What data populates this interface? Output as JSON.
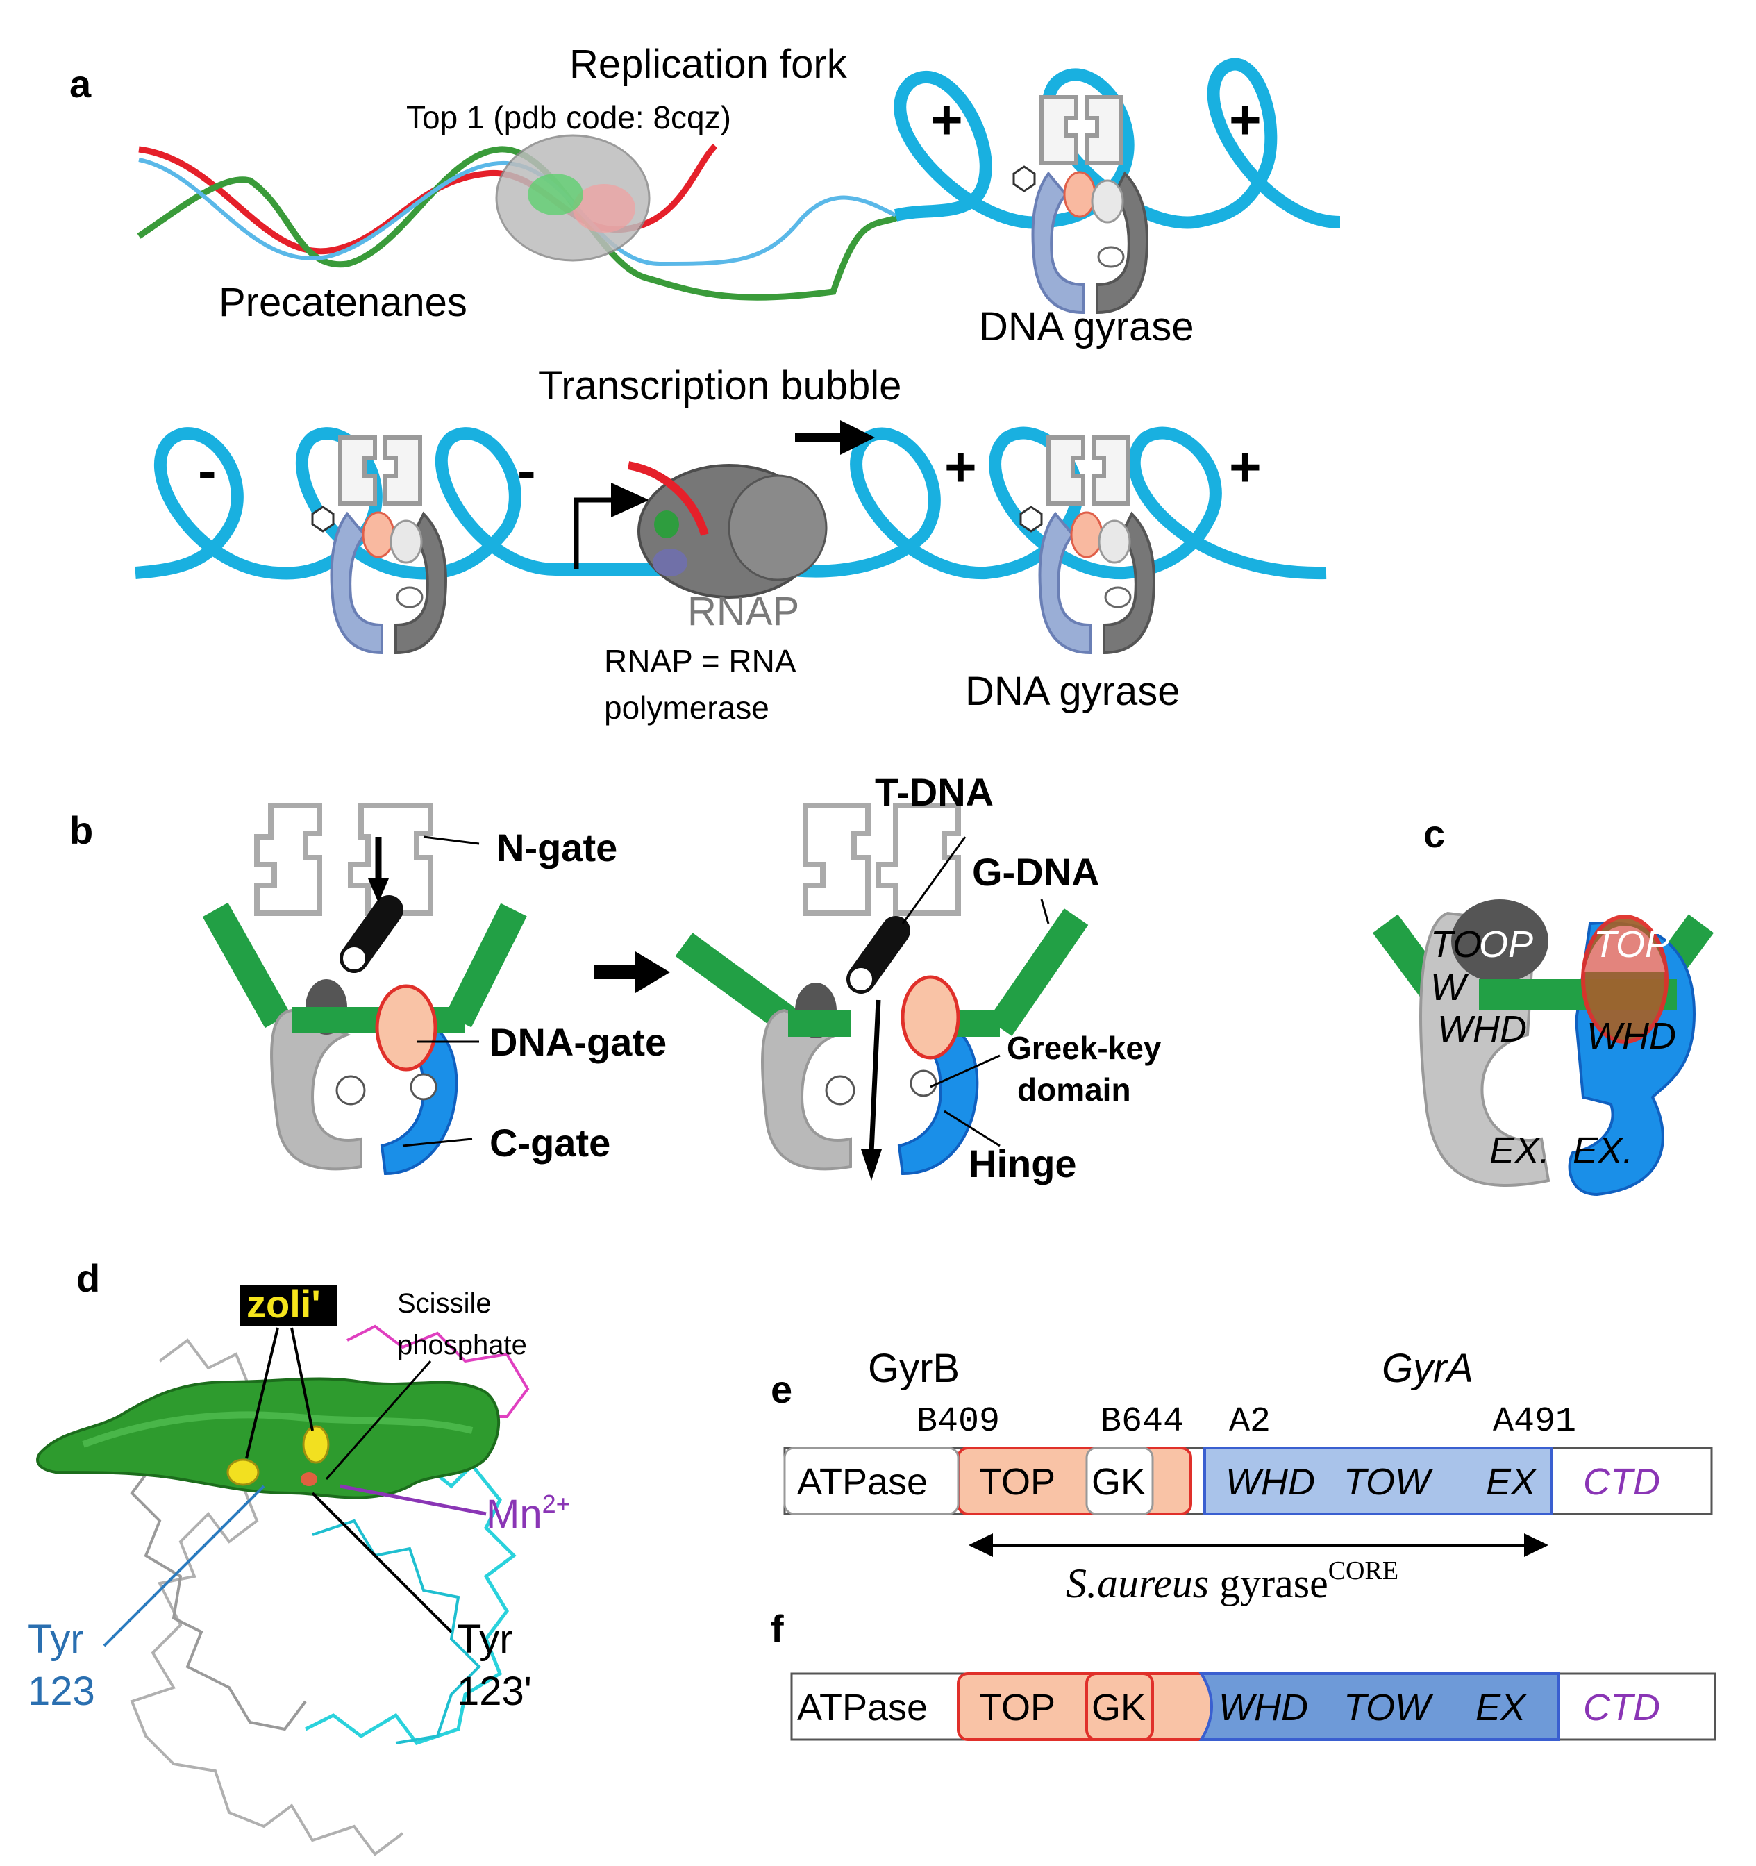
{
  "panels": {
    "a": "a",
    "b": "b",
    "c": "c",
    "d": "d",
    "e": "e",
    "f": "f"
  },
  "panel_a": {
    "replication_fork": "Replication fork",
    "top1": "Top 1 (pdb code: 8cqz)",
    "precatenanes": "Precatenanes",
    "dna_gyrase_top": "DNA gyrase",
    "transcription_bubble": "Transcription bubble",
    "rnap": "RNAP",
    "rnap_def_1": "RNAP = RNA",
    "rnap_def_2": "polymerase",
    "dna_gyrase_bottom": "DNA gyrase",
    "plus": "+",
    "minus": "-"
  },
  "panel_b": {
    "n_gate": "N-gate",
    "dna_gate": "DNA-gate",
    "c_gate": "C-gate",
    "t_dna": "T-DNA",
    "g_dna": "G-DNA",
    "greek_key_1": "Greek-key",
    "greek_key_2": "domain",
    "hinge": "Hinge"
  },
  "panel_c": {
    "to": "TO",
    "w": "W",
    "op": "OP",
    "top": "TOP",
    "whd_left": "WHD",
    "whd_right": "WHD",
    "ex_left": "EX.",
    "ex_right": "EX."
  },
  "panel_d": {
    "zoli": "zoli'",
    "scissile_1": "Scissile",
    "scissile_2": "phosphate",
    "mn": "Mn",
    "mn_sup": "2+",
    "tyr_left_1": "Tyr",
    "tyr_left_2": "123",
    "tyr_right_1": "Tyr",
    "tyr_right_2": "123'"
  },
  "panel_e": {
    "gyrb": "GyrB",
    "gyra": "GyrA",
    "b409": "B409",
    "b644": "B644",
    "a2": "A2",
    "a491": "A491",
    "atpase": "ATPase",
    "top": "TOP",
    "gk": "GK",
    "whd": "WHD",
    "tow": "TOW",
    "ex": "EX",
    "ctd": "CTD",
    "saureus": "S.aureus",
    "gyrase": "gyrase",
    "core": "CORE"
  },
  "panel_f": {
    "atpase": "ATPase",
    "top": "TOP",
    "gk": "GK",
    "whd": "WHD",
    "tow": "TOW",
    "ex": "EX",
    "ctd": "CTD"
  },
  "colors": {
    "dna_blue": "#19b0e0",
    "strand_red": "#e5202a",
    "strand_green": "#3a9b3a",
    "gyrase_green": "#22a045",
    "top_peach": "#f9c3a6",
    "top_border": "#e0302a",
    "gyra_blue": "#1a8fe8",
    "gyra_box_light": "#a9c3ea",
    "gyra_box_dark": "#6e9ad8",
    "ctd_purple": "#8a35b5",
    "grey": "#b9b9b9",
    "dark_grey": "#555555"
  }
}
